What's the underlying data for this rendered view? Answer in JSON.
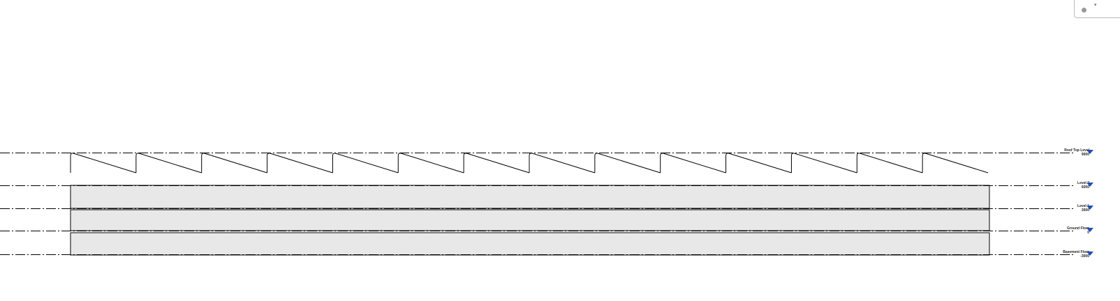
{
  "levels": [
    {
      "name": "Roof Top Level",
      "elevation": "9000"
    },
    {
      "name": "Level 2",
      "elevation": "6000"
    },
    {
      "name": "Level 1",
      "elevation": "3000"
    },
    {
      "name": "Ground Floor",
      "elevation": "0"
    },
    {
      "name": "Basement Floor",
      "elevation": "-3000"
    }
  ],
  "roof_teeth_count": 14,
  "colors": {
    "slab_fill": "#e8e8e8",
    "level_marker": "#1f4fb0"
  },
  "nav_widget": {
    "arrow": "▾"
  }
}
